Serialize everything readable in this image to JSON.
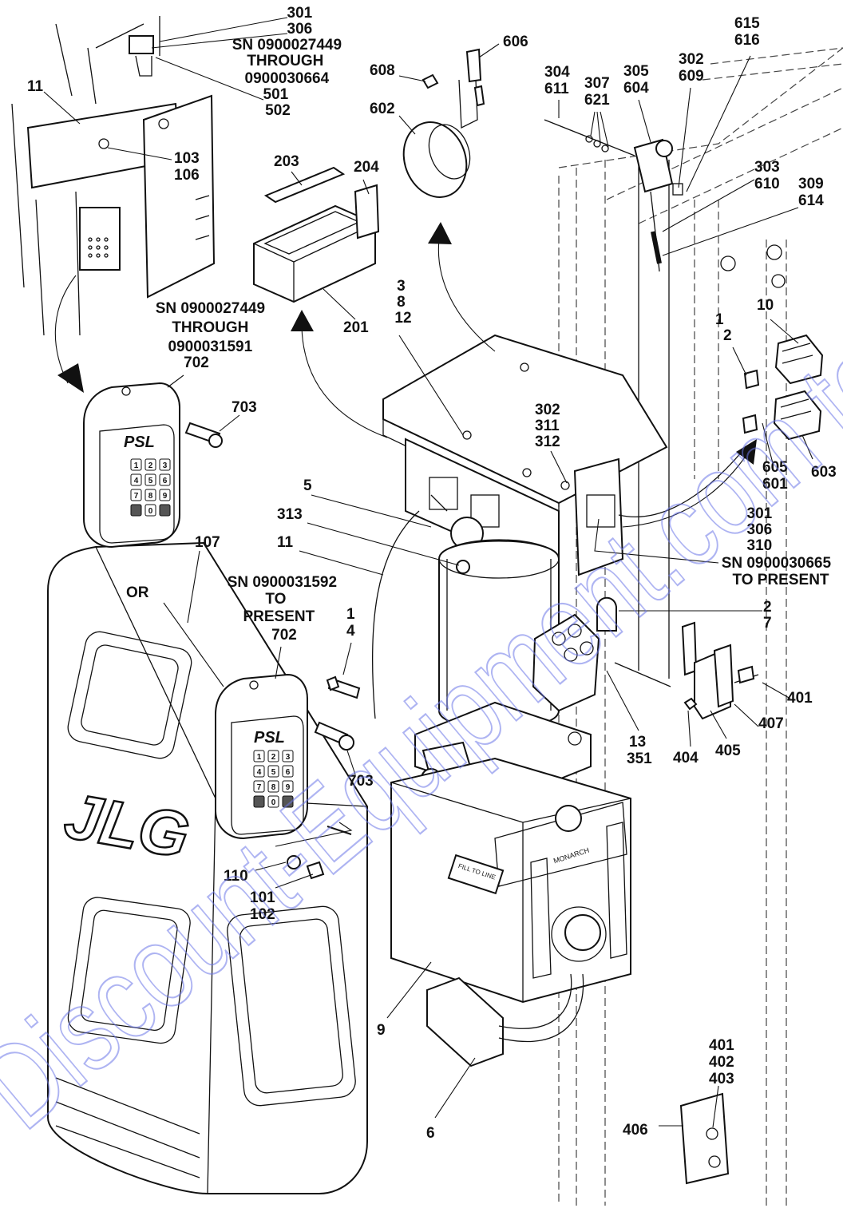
{
  "diagram": {
    "callouts": [
      {
        "id": "c-301-306-501-502",
        "lines": [
          "301",
          "306",
          "SN 0900027449",
          "THROUGH",
          "0900030664",
          "501",
          "502"
        ]
      },
      {
        "id": "c-11-top",
        "lines": [
          "11"
        ]
      },
      {
        "id": "c-103-106",
        "lines": [
          "103",
          "106"
        ]
      },
      {
        "id": "c-203",
        "lines": [
          "203"
        ]
      },
      {
        "id": "c-204",
        "lines": [
          "204"
        ]
      },
      {
        "id": "c-201",
        "lines": [
          "201"
        ]
      },
      {
        "id": "c-sn-through-702",
        "lines": [
          "SN 0900027449",
          "THROUGH",
          "0900031591",
          "702"
        ]
      },
      {
        "id": "c-703-top",
        "lines": [
          "703"
        ]
      },
      {
        "id": "c-606",
        "lines": [
          "606"
        ]
      },
      {
        "id": "c-608",
        "lines": [
          "608"
        ]
      },
      {
        "id": "c-602",
        "lines": [
          "602"
        ]
      },
      {
        "id": "c-3-8-12",
        "lines": [
          "3",
          "8",
          "12"
        ]
      },
      {
        "id": "c-304-611",
        "lines": [
          "304",
          "611"
        ]
      },
      {
        "id": "c-307-621",
        "lines": [
          "307",
          "621"
        ]
      },
      {
        "id": "c-305-604",
        "lines": [
          "305",
          "604"
        ]
      },
      {
        "id": "c-302-609",
        "lines": [
          "302",
          "609"
        ]
      },
      {
        "id": "c-615-616",
        "lines": [
          "615",
          "616"
        ]
      },
      {
        "id": "c-303-610",
        "lines": [
          "303",
          "610"
        ]
      },
      {
        "id": "c-309-614",
        "lines": [
          "309",
          "614"
        ]
      },
      {
        "id": "c-10",
        "lines": [
          "10"
        ]
      },
      {
        "id": "c-1-2",
        "lines": [
          "1",
          "2"
        ]
      },
      {
        "id": "c-302-311-312",
        "lines": [
          "302",
          "311",
          "312"
        ]
      },
      {
        "id": "c-605-601",
        "lines": [
          "605",
          "601"
        ]
      },
      {
        "id": "c-603",
        "lines": [
          "603"
        ]
      },
      {
        "id": "c-301-306-310",
        "lines": [
          "301",
          "306",
          "310",
          "SN 0900030665",
          "TO PRESENT"
        ]
      },
      {
        "id": "c-5",
        "lines": [
          "5"
        ]
      },
      {
        "id": "c-313",
        "lines": [
          "313"
        ]
      },
      {
        "id": "c-11-mid",
        "lines": [
          "11"
        ]
      },
      {
        "id": "c-107",
        "lines": [
          "107"
        ]
      },
      {
        "id": "c-or",
        "lines": [
          "OR"
        ]
      },
      {
        "id": "c-sn-present-702",
        "lines": [
          "SN 0900031592",
          "TO",
          "PRESENT",
          "702"
        ]
      },
      {
        "id": "c-1-4",
        "lines": [
          "1",
          "4"
        ]
      },
      {
        "id": "c-2-7",
        "lines": [
          "2",
          "7"
        ]
      },
      {
        "id": "c-401-right",
        "lines": [
          "401"
        ]
      },
      {
        "id": "c-407",
        "lines": [
          "407"
        ]
      },
      {
        "id": "c-405",
        "lines": [
          "405"
        ]
      },
      {
        "id": "c-404",
        "lines": [
          "404"
        ]
      },
      {
        "id": "c-13-351",
        "lines": [
          "13",
          "351"
        ]
      },
      {
        "id": "c-703-bottom",
        "lines": [
          "703"
        ]
      },
      {
        "id": "c-110",
        "lines": [
          "110"
        ]
      },
      {
        "id": "c-101-102",
        "lines": [
          "101",
          "102"
        ]
      },
      {
        "id": "c-9",
        "lines": [
          "9"
        ]
      },
      {
        "id": "c-6",
        "lines": [
          "6"
        ]
      },
      {
        "id": "c-401-402-403",
        "lines": [
          "401",
          "402",
          "403"
        ]
      },
      {
        "id": "c-406",
        "lines": [
          "406"
        ]
      }
    ],
    "keypad_brand": "PSL",
    "keypad_keys": [
      "1",
      "2",
      "3",
      "4",
      "5",
      "6",
      "7",
      "8",
      "9",
      "",
      "0",
      ""
    ],
    "cover_logo": "JLG",
    "tank_labels": [
      "FILL TO LINE",
      "MONARCH"
    ],
    "watermark": "Discount-Equipment.com to order"
  }
}
